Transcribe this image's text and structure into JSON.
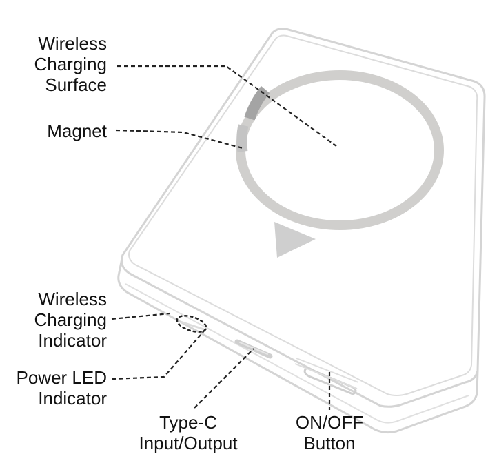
{
  "labels": {
    "wireless_charging_surface": [
      "Wireless",
      "Charging",
      "Surface"
    ],
    "magnet": [
      "Magnet"
    ],
    "wireless_charging_indicator": [
      "Wireless",
      "Charging",
      "Indicator"
    ],
    "power_led_indicator": [
      "Power LED",
      "Indicator"
    ],
    "type_c": [
      "Type-C",
      "Input/Output"
    ],
    "on_off_button": [
      "ON/OFF",
      "Button"
    ]
  },
  "colors": {
    "outline": "#d4d4d4",
    "ring": "#d0cfcd",
    "magnet_segment": "#a4a4a4",
    "arrow": "#cfcfcf",
    "leader": "#222222",
    "text": "#111111"
  }
}
